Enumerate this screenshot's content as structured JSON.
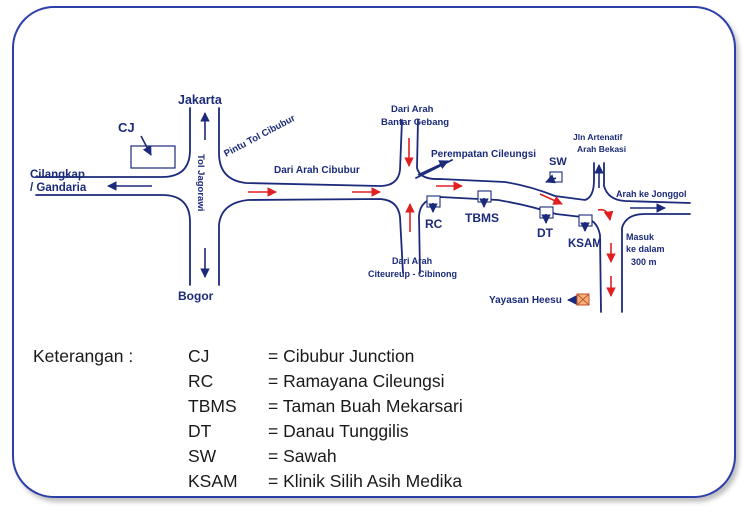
{
  "map": {
    "places": {
      "jakarta": "Jakarta",
      "bogor": "Bogor",
      "cilangkap_line1": "Cilangkap",
      "cilangkap_line2": "/ Gandaria",
      "cj": "CJ",
      "tol_jagorawi": "Tol Jagorawi",
      "pintu_tol": "Pintu Tol Cibubur",
      "dari_cibubur": "Dari Arah Cibubur",
      "bantar_line1": "Dari Arah",
      "bantar_line2": "Bantar Gebang",
      "perempatan": "Perempatan Cileungsi",
      "citeureup_line1": "Dari Arah",
      "citeureup_line2": "Citeureup - Cibinong",
      "rc": "RC",
      "tbms": "TBMS",
      "dt": "DT",
      "sw": "SW",
      "ksam": "KSAM",
      "jln_line1": "Jln Artenatif",
      "jln_line2": "Arah Bekasi",
      "jonggol": "Arah ke Jonggol",
      "masuk_line1": "Masuk",
      "masuk_line2": "ke dalam",
      "masuk_line3": "300 m",
      "yayasan": "Yayasan Heesu"
    },
    "colors": {
      "road": "#1b2a7a",
      "route": "#e02020",
      "frame": "#2d3fa8",
      "destination": "#e07a30"
    }
  },
  "legend": {
    "title": "Keterangan :",
    "items": [
      {
        "abbr": "CJ",
        "name": "= Cibubur Junction"
      },
      {
        "abbr": "RC",
        "name": "= Ramayana Cileungsi"
      },
      {
        "abbr": "TBMS",
        "name": "= Taman Buah Mekarsari"
      },
      {
        "abbr": "DT",
        "name": "= Danau Tunggilis"
      },
      {
        "abbr": "SW",
        "name": "= Sawah"
      },
      {
        "abbr": "KSAM",
        "name": "= Klinik Silih Asih Medika"
      }
    ]
  }
}
